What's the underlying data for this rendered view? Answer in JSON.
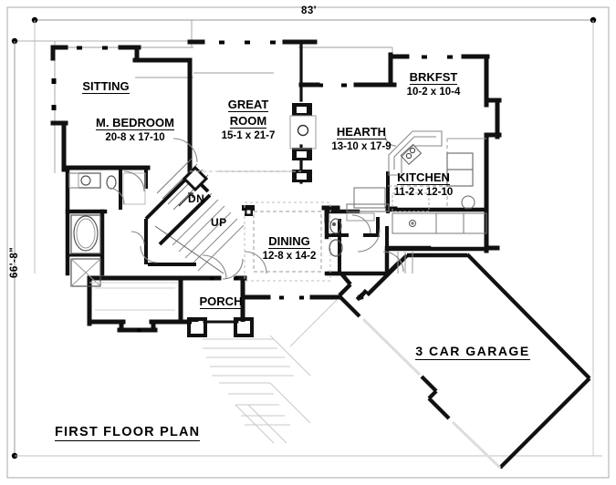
{
  "plan": {
    "title": "FIRST FLOOR PLAN",
    "overall_width_label": "83'",
    "overall_depth_label": "66'-8\"",
    "line_color": "#000000",
    "wall_color": "#1a1a1a",
    "background": "#ffffff",
    "thin_line_color": "#8c8c8c"
  },
  "rooms": [
    {
      "key": "sitting",
      "name": "SITTING",
      "dim": ""
    },
    {
      "key": "m_bedroom",
      "name": "M. BEDROOM",
      "dim": "20-8 x 17-10"
    },
    {
      "key": "great_room",
      "name": "GREAT",
      "name2": "ROOM",
      "dim": "15-1 x 21-7"
    },
    {
      "key": "hearth",
      "name": "HEARTH",
      "dim": "13-10 x 17-9"
    },
    {
      "key": "brkfst",
      "name": "BRKFST",
      "dim": "10-2 x 10-4"
    },
    {
      "key": "kitchen",
      "name": "KITCHEN",
      "dim": "11-2 x 12-10"
    },
    {
      "key": "dining",
      "name": "DINING",
      "dim": "12-8 x 14-2"
    },
    {
      "key": "porch",
      "name": "PORCH",
      "dim": ""
    },
    {
      "key": "garage",
      "name": "3 CAR GARAGE",
      "dim": ""
    }
  ],
  "stair_labels": {
    "down": "DN",
    "up": "UP"
  }
}
